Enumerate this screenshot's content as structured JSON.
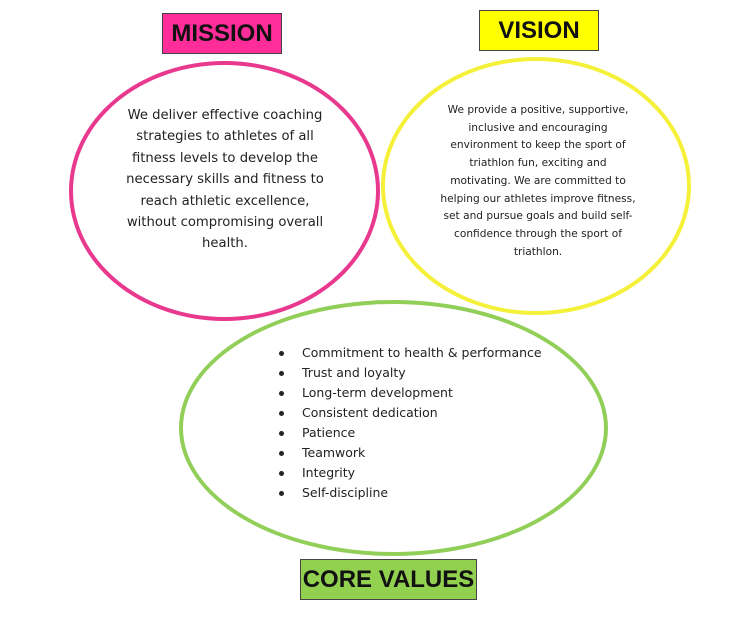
{
  "mission": {
    "title": "MISSION",
    "text": "We deliver effective coaching strategies to athletes of all fitness levels to develop the necessary skills and fitness to reach athletic excellence, without compromising overall health.",
    "box_color": "#ff2d9a",
    "ring_color": "#e8398f"
  },
  "vision": {
    "title": "VISION",
    "text": "We provide a positive, supportive, inclusive and encouraging environment to keep the sport of triathlon fun, exciting and motivating. We are committed to helping our athletes improve fitness, set and pursue goals and build self-confidence through the sport of triathlon.",
    "box_color": "#ffff00",
    "ring_color": "#f5f03a"
  },
  "core_values": {
    "title": "CORE VALUES",
    "items": [
      "Commitment to health & performance",
      "Trust and loyalty",
      "Long-term development",
      "Consistent dedication",
      "Patience",
      "Teamwork",
      "Integrity",
      "Self-discipline"
    ],
    "box_color": "#92d050",
    "ring_color": "#92cf58"
  }
}
